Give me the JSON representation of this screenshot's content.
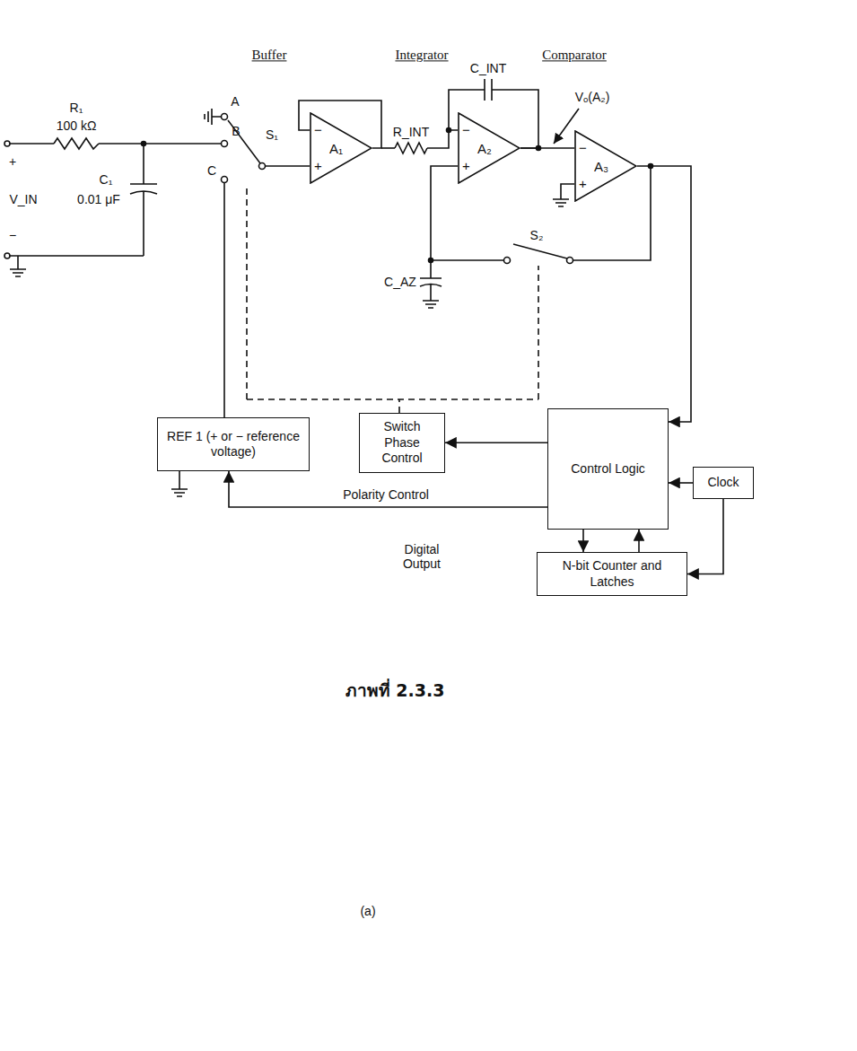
{
  "diagram": {
    "caption": "ภาพที่ 2.3.3",
    "nodes": [
      {
        "text": [
          "A₁",
          "−",
          "+"
        ]
      },
      {
        "text": [
          "A₂",
          "−",
          "+"
        ]
      },
      {
        "text": [
          "A₃",
          "−",
          "+"
        ]
      },
      {
        "text": [
          "REF 1 (+ or − reference voltage)"
        ]
      },
      {
        "text": [
          "Switch Phase Control"
        ]
      },
      {
        "text": [
          "Control Logic"
        ]
      },
      {
        "text": [
          "Clock"
        ]
      },
      {
        "text": [
          "N-bit Counter and Latches"
        ]
      }
    ],
    "edges": [
      {
        "from": 1,
        "to": 2,
        "arrow": "none"
      },
      {
        "from": 2,
        "to": 5,
        "arrow": "to"
      },
      {
        "from": 5,
        "to": 4,
        "arrow": "to"
      },
      {
        "from": 5,
        "to": 3,
        "arrow": "to",
        "label": "Polarity Control"
      },
      {
        "from": 6,
        "to": 5,
        "arrow": "to"
      },
      {
        "from": 6,
        "to": 7,
        "arrow": "to"
      },
      {
        "from": 5,
        "to": 7,
        "arrow": "to"
      },
      {
        "from": 7,
        "to": 5,
        "arrow": "to"
      }
    ],
    "labels": [
      "Buffer",
      "Integrator",
      "Comparator",
      "C_INT",
      "Vₒ(A₂)",
      "R₁",
      "100 kΩ",
      "A",
      "B",
      "C",
      "S₁",
      "R_INT",
      "C₁",
      "0.01 μF",
      "V_IN",
      "+",
      "−",
      "S₂",
      "C_AZ",
      "Digital Output",
      "(a)"
    ]
  }
}
